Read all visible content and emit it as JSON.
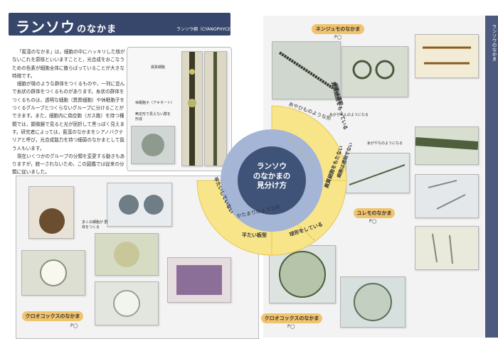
{
  "title": {
    "main": "ランソウ",
    "suffix": "のなかま",
    "sub": "ランソウ綱（CYANOPHYCEAE）"
  },
  "intro": {
    "p1": "「藍藻のなかま」は，細胞の中にハッキリした核がないこれを原核といいますことと，光合成をおこなうための色素が細胞全体に散らばっていることが大きな特徴です。",
    "p2": "細胞が微のような群体をつくるものや，一列に並んで糸状の群体をつくるものがあります。糸状の群体をつくるものは，透明な細胞（異質細胞）や休眠胞子をつくるグループとつくらないグループに分けることができます。また，細胞内に偽空胞（ガス胞）を持つ種類では，顕微鏡で見ると光が屈折して黒っぽく見えます。研究者によっては，藍藻のなかまをシアノバクテリアと呼び，光合成能力を持つ細菌のなかまとして扱う人もいます。",
    "p3": "現在いくつかのグループの分類を変更する動きもありますが，統一されないため，この図鑑では従来の分類に従いました。"
  },
  "labels": {
    "heterocyst": "異質細胞",
    "akinete": "休眠胞子（アキネート）",
    "colony": "無定形で見えない群を形成",
    "spiral": "糸がらせんのようになる",
    "wavy": "糸がやなのようになる",
    "many_cells": "多くの細胞が\n群体をつくる"
  },
  "center": {
    "line1": "ランソウ",
    "line2": "のなかまの",
    "line3": "見分け方"
  },
  "ring": {
    "filament": "糸やひものような形",
    "hetero_yes": "異質細胞をもっている",
    "hetero_yes_sub": "細胞は透明",
    "hetero_no": "異質細胞をもたない",
    "hetero_no_sub": "細胞は透明でない",
    "clump": "かたまりのような形",
    "flat": "平たい板型",
    "not_flat": "平たいしていない",
    "sphere": "球形をしている"
  },
  "groups": {
    "nenju": {
      "label": "ネンジュモのなかま",
      "page": "P◯"
    },
    "yure": {
      "label": "ユレモのなかま",
      "page": "P◯"
    },
    "chroo_right": {
      "label": "クロオコックスのなかま",
      "page": "P◯"
    },
    "chroo_left": {
      "label": "クロオコックスのなかま",
      "page": "P◯"
    }
  },
  "tab": {
    "text": "ランソウのなかま"
  },
  "colors": {
    "navy": "#37476b",
    "ring_yellow": "#f8e58a",
    "ring_blue": "#a4b5d6",
    "pill": "#f0c36d"
  }
}
